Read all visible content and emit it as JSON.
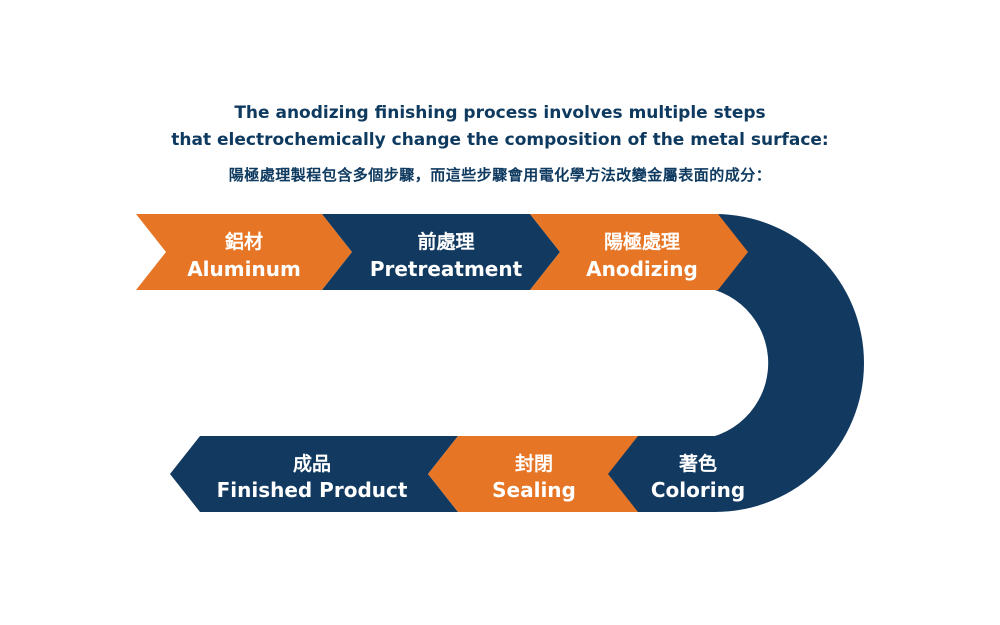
{
  "header": {
    "line1": "The anodizing finishing process involves multiple steps",
    "line2": "that electrochemically change the composition of the metal surface:",
    "line3": "陽極處理製程包含多個步驟，而這些步驟會用電化學方法改變金屬表面的成分："
  },
  "colors": {
    "navy": "#123a60",
    "orange": "#e67525",
    "text": "#ffffff"
  },
  "steps": [
    {
      "zh": "鋁材",
      "en": "Aluminum"
    },
    {
      "zh": "前處理",
      "en": "Pretreatment"
    },
    {
      "zh": "陽極處理",
      "en": "Anodizing"
    },
    {
      "zh": "著色",
      "en": "Coloring"
    },
    {
      "zh": "封閉",
      "en": "Sealing"
    },
    {
      "zh": "成品",
      "en": "Finished Product"
    }
  ]
}
